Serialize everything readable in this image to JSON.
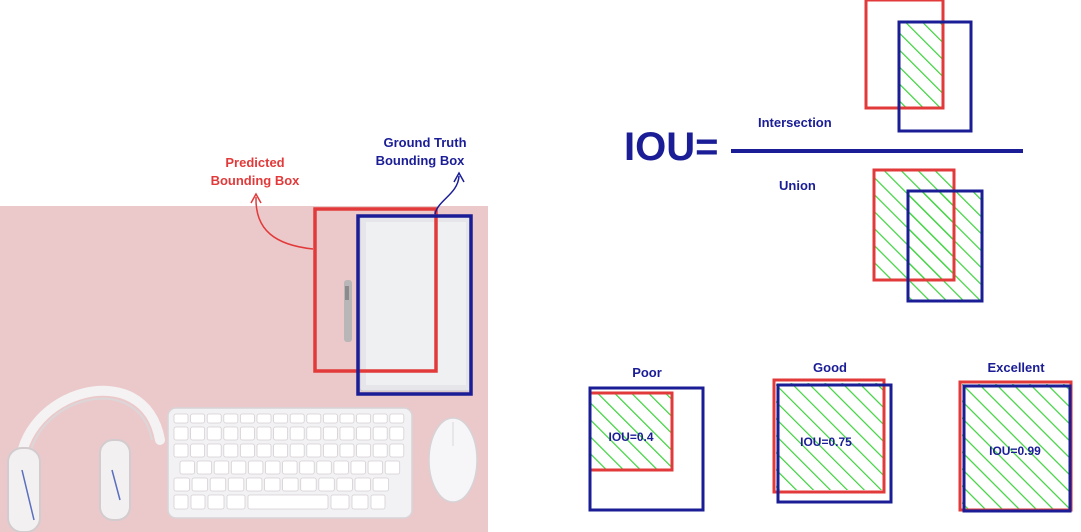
{
  "labels": {
    "predicted_line1": "Predicted",
    "predicted_line2": "Bounding Box",
    "ground_line1": "Ground Truth",
    "ground_line2": "Bounding Box",
    "iou_title": "IOU=",
    "intersection": "Intersection",
    "union": "Union",
    "poor": "Poor",
    "good": "Good",
    "excellent": "Excellent",
    "iou_poor": "IOU=0.4",
    "iou_good": "IOU=0.75",
    "iou_excellent": "IOU=0.99"
  },
  "colors": {
    "predicted": "#e23a3a",
    "ground_truth": "#1a1d96",
    "overlap_hatch": "#3cd23c",
    "photo_tint": "#ebc9ca"
  },
  "icons": [
    "headphones-icon",
    "keyboard-icon",
    "mouse-icon",
    "notebook-icon",
    "pen-icon"
  ]
}
